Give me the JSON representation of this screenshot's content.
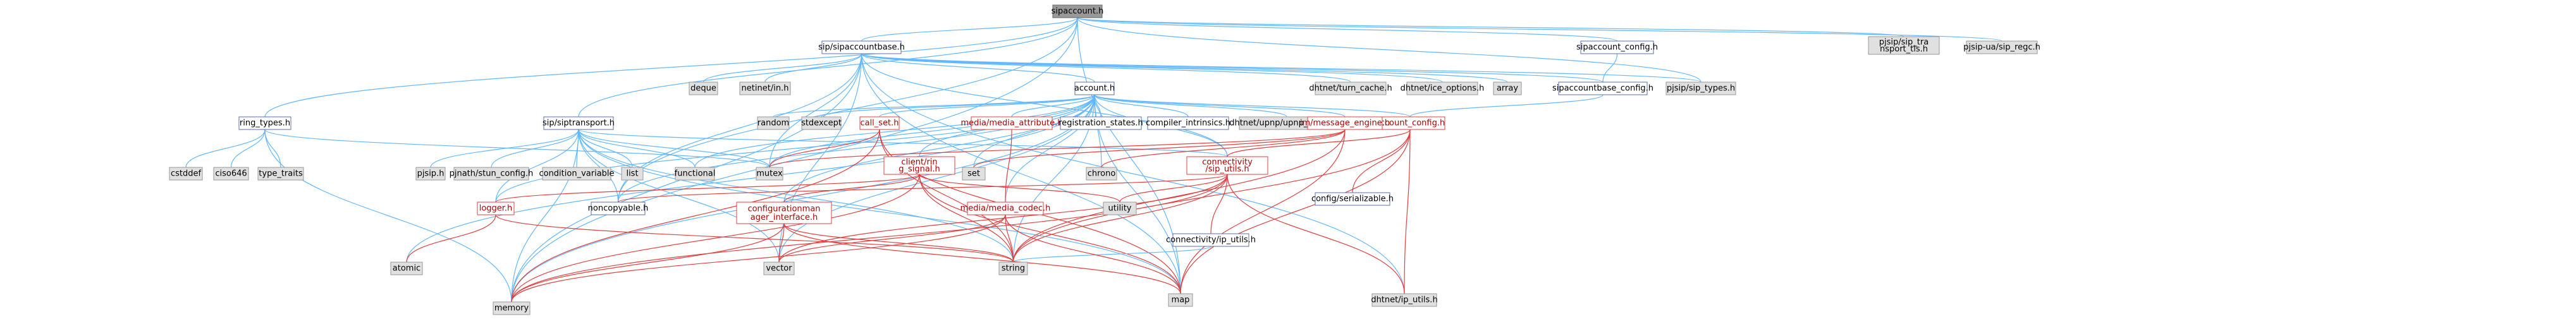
{
  "nodes": [
    {
      "id": "sipaccount_h",
      "label": "sipaccount.h",
      "kind": "root"
    },
    {
      "id": "sipaccountbase_h",
      "label": "sip/sipaccountbase.h",
      "kind": "link"
    },
    {
      "id": "sipaccount_config_h",
      "label": "sipaccount_config.h",
      "kind": "link"
    },
    {
      "id": "pjsip_transport_tls",
      "label": "pjsip/sip_transport_tls.h",
      "kind": "ext"
    },
    {
      "id": "pjsip_ua_sip_regc",
      "label": "pjsip-ua/sip_regc.h",
      "kind": "ext"
    },
    {
      "id": "ring_types_h",
      "label": "ring_types.h",
      "kind": "link"
    },
    {
      "id": "siptransport_h",
      "label": "sip/siptransport.h",
      "kind": "link"
    },
    {
      "id": "account_h",
      "label": "account.h",
      "kind": "link"
    },
    {
      "id": "deque",
      "label": "deque",
      "kind": "ext"
    },
    {
      "id": "netinet_in",
      "label": "netinet/in.h",
      "kind": "ext"
    },
    {
      "id": "turn_cache",
      "label": "dhtnet/turn_cache.h",
      "kind": "ext"
    },
    {
      "id": "ice_options",
      "label": "dhtnet/ice_options.h",
      "kind": "ext"
    },
    {
      "id": "array",
      "label": "array",
      "kind": "ext"
    },
    {
      "id": "sipaccountbase_config_h",
      "label": "sipaccountbase_config.h",
      "kind": "link"
    },
    {
      "id": "pjsip_types",
      "label": "pjsip/sip_types.h",
      "kind": "ext"
    },
    {
      "id": "account_config_h",
      "label": "account_config.h",
      "kind": "red"
    },
    {
      "id": "random",
      "label": "random",
      "kind": "ext"
    },
    {
      "id": "stdexcept",
      "label": "stdexcept",
      "kind": "ext"
    },
    {
      "id": "call_set_h",
      "label": "call_set.h",
      "kind": "red"
    },
    {
      "id": "media_attribute_h",
      "label": "media/media_attribute.h",
      "kind": "red"
    },
    {
      "id": "registration_states_h",
      "label": "registration_states.h",
      "kind": "link"
    },
    {
      "id": "compiler_intrinsics_h",
      "label": "compiler_intrinsics.h",
      "kind": "link"
    },
    {
      "id": "upnp_control",
      "label": "dhtnet/upnp/upnp_control.h",
      "kind": "ext"
    },
    {
      "id": "message_engine_h",
      "label": "im/message_engine.h",
      "kind": "red"
    },
    {
      "id": "client_ring_signal_h",
      "label": "client/ring_signal.h",
      "kind": "red"
    },
    {
      "id": "cstddef",
      "label": "cstddef",
      "kind": "ext"
    },
    {
      "id": "ciso646",
      "label": "ciso646",
      "kind": "ext"
    },
    {
      "id": "type_traits",
      "label": "type_traits",
      "kind": "ext"
    },
    {
      "id": "pjsip_h",
      "label": "pjsip.h",
      "kind": "ext"
    },
    {
      "id": "stun_config",
      "label": "pjnath/stun_config.h",
      "kind": "ext"
    },
    {
      "id": "condition_variable",
      "label": "condition_variable",
      "kind": "ext"
    },
    {
      "id": "list",
      "label": "list",
      "kind": "ext"
    },
    {
      "id": "functional",
      "label": "functional",
      "kind": "ext"
    },
    {
      "id": "mutex",
      "label": "mutex",
      "kind": "ext"
    },
    {
      "id": "set",
      "label": "set",
      "kind": "ext"
    },
    {
      "id": "chrono",
      "label": "chrono",
      "kind": "ext"
    },
    {
      "id": "connectivity_sip_utils_h",
      "label": "connectivity/sip_utils.h",
      "kind": "red"
    },
    {
      "id": "serializable_h",
      "label": "config/serializable.h",
      "kind": "link"
    },
    {
      "id": "logger_h",
      "label": "logger.h",
      "kind": "red"
    },
    {
      "id": "noncopyable_h",
      "label": "noncopyable.h",
      "kind": "link"
    },
    {
      "id": "configurationmanager_interface_h",
      "label": "configurationmanager_interface.h",
      "kind": "red"
    },
    {
      "id": "media_codec_h",
      "label": "media/media_codec.h",
      "kind": "red"
    },
    {
      "id": "utility",
      "label": "utility",
      "kind": "ext"
    },
    {
      "id": "ip_utils_h",
      "label": "connectivity/ip_utils.h",
      "kind": "link"
    },
    {
      "id": "atomic",
      "label": "atomic",
      "kind": "ext"
    },
    {
      "id": "memory",
      "label": "memory",
      "kind": "ext"
    },
    {
      "id": "vector",
      "label": "vector",
      "kind": "ext"
    },
    {
      "id": "string",
      "label": "string",
      "kind": "ext"
    },
    {
      "id": "map",
      "label": "map",
      "kind": "ext"
    },
    {
      "id": "dhtnet_ip_utils",
      "label": "dhtnet/ip_utils.h",
      "kind": "ext"
    }
  ],
  "edges": [
    [
      "sipaccount_h",
      "sipaccountbase_h"
    ],
    [
      "sipaccount_h",
      "sipaccount_config_h"
    ],
    [
      "sipaccount_h",
      "pjsip_transport_tls"
    ],
    [
      "sipaccount_h",
      "pjsip_ua_sip_regc"
    ],
    [
      "sipaccount_h",
      "ring_types_h"
    ],
    [
      "sipaccount_h",
      "siptransport_h"
    ],
    [
      "sipaccount_h",
      "noncopyable_h"
    ],
    [
      "sipaccount_h",
      "memory"
    ],
    [
      "sipaccount_h",
      "map"
    ],
    [
      "sipaccount_h",
      "pjsip_types"
    ],
    [
      "sipaccountbase_h",
      "account_h"
    ],
    [
      "sipaccountbase_h",
      "deque"
    ],
    [
      "sipaccountbase_h",
      "netinet_in"
    ],
    [
      "sipaccountbase_h",
      "turn_cache"
    ],
    [
      "sipaccountbase_h",
      "ice_options"
    ],
    [
      "sipaccountbase_h",
      "array"
    ],
    [
      "sipaccountbase_h",
      "sipaccountbase_config_h"
    ],
    [
      "sipaccountbase_h",
      "pjsip_types"
    ],
    [
      "sipaccountbase_h",
      "connectivity_sip_utils_h"
    ],
    [
      "sipaccountbase_h",
      "noncopyable_h"
    ],
    [
      "sipaccountbase_h",
      "memory"
    ],
    [
      "sipaccountbase_h",
      "vector"
    ],
    [
      "sipaccountbase_h",
      "map"
    ],
    [
      "sipaccountbase_h",
      "dhtnet_ip_utils"
    ],
    [
      "sipaccountbase_h",
      "mutex"
    ],
    [
      "sipaccount_config_h",
      "sipaccountbase_config_h"
    ],
    [
      "sipaccountbase_config_h",
      "account_config_h"
    ],
    [
      "account_h",
      "random"
    ],
    [
      "account_h",
      "stdexcept"
    ],
    [
      "account_h",
      "call_set_h"
    ],
    [
      "account_h",
      "media_attribute_h"
    ],
    [
      "account_h",
      "registration_states_h"
    ],
    [
      "account_h",
      "compiler_intrinsics_h"
    ],
    [
      "account_h",
      "upnp_control"
    ],
    [
      "account_h",
      "message_engine_h"
    ],
    [
      "account_h",
      "account_config_h"
    ],
    [
      "account_h",
      "client_ring_signal_h"
    ],
    [
      "account_h",
      "functional"
    ],
    [
      "account_h",
      "mutex"
    ],
    [
      "account_h",
      "set"
    ],
    [
      "account_h",
      "chrono"
    ],
    [
      "account_h",
      "logger_h"
    ],
    [
      "account_h",
      "noncopyable_h"
    ],
    [
      "account_h",
      "configurationmanager_interface_h"
    ],
    [
      "account_h",
      "media_codec_h"
    ],
    [
      "account_h",
      "vector"
    ],
    [
      "account_h",
      "string"
    ],
    [
      "account_h",
      "map"
    ],
    [
      "account_h",
      "memory"
    ],
    [
      "account_h",
      "atomic"
    ],
    [
      "account_h",
      "connectivity_sip_utils_h"
    ],
    [
      "ring_types_h",
      "cstddef"
    ],
    [
      "ring_types_h",
      "ciso646"
    ],
    [
      "ring_types_h",
      "type_traits"
    ],
    [
      "ring_types_h",
      "mutex"
    ],
    [
      "ring_types_h",
      "memory"
    ],
    [
      "siptransport_h",
      "pjsip_h"
    ],
    [
      "siptransport_h",
      "stun_config"
    ],
    [
      "siptransport_h",
      "condition_variable"
    ],
    [
      "siptransport_h",
      "list"
    ],
    [
      "siptransport_h",
      "functional"
    ],
    [
      "siptransport_h",
      "mutex"
    ],
    [
      "siptransport_h",
      "connectivity_sip_utils_h"
    ],
    [
      "siptransport_h",
      "logger_h"
    ],
    [
      "siptransport_h",
      "noncopyable_h"
    ],
    [
      "siptransport_h",
      "memory"
    ],
    [
      "siptransport_h",
      "vector"
    ],
    [
      "siptransport_h",
      "string"
    ],
    [
      "siptransport_h",
      "map"
    ],
    [
      "call_set_h",
      "mutex"
    ],
    [
      "call_set_h",
      "memory"
    ],
    [
      "call_set_h",
      "string"
    ],
    [
      "call_set_h",
      "map"
    ],
    [
      "media_attribute_h",
      "media_codec_h"
    ],
    [
      "message_engine_h",
      "set"
    ],
    [
      "message_engine_h",
      "chrono"
    ],
    [
      "message_engine_h",
      "mutex"
    ],
    [
      "message_engine_h",
      "map"
    ],
    [
      "message_engine_h",
      "string"
    ],
    [
      "account_config_h",
      "connectivity_sip_utils_h"
    ],
    [
      "account_config_h",
      "serializable_h"
    ],
    [
      "account_config_h",
      "map"
    ],
    [
      "account_config_h",
      "string"
    ],
    [
      "account_config_h",
      "dhtnet_ip_utils"
    ],
    [
      "client_ring_signal_h",
      "configurationmanager_interface_h"
    ],
    [
      "client_ring_signal_h",
      "logger_h"
    ],
    [
      "client_ring_signal_h",
      "utility"
    ],
    [
      "client_ring_signal_h",
      "string"
    ],
    [
      "client_ring_signal_h",
      "map"
    ],
    [
      "client_ring_signal_h",
      "memory"
    ],
    [
      "connectivity_sip_utils_h",
      "noncopyable_h"
    ],
    [
      "connectivity_sip_utils_h",
      "utility"
    ],
    [
      "connectivity_sip_utils_h",
      "ip_utils_h"
    ],
    [
      "connectivity_sip_utils_h",
      "string"
    ],
    [
      "connectivity_sip_utils_h",
      "vector"
    ],
    [
      "connectivity_sip_utils_h",
      "dhtnet_ip_utils"
    ],
    [
      "connectivity_sip_utils_h",
      "memory"
    ],
    [
      "ip_utils_h",
      "string"
    ],
    [
      "logger_h",
      "atomic"
    ],
    [
      "logger_h",
      "string"
    ],
    [
      "configurationmanager_interface_h",
      "vector"
    ],
    [
      "configurationmanager_interface_h",
      "map"
    ],
    [
      "configurationmanager_interface_h",
      "string"
    ],
    [
      "configurationmanager_interface_h",
      "memory"
    ],
    [
      "media_codec_h",
      "memory"
    ],
    [
      "media_codec_h",
      "vector"
    ],
    [
      "media_codec_h",
      "string"
    ],
    [
      "media_codec_h",
      "map"
    ]
  ]
}
